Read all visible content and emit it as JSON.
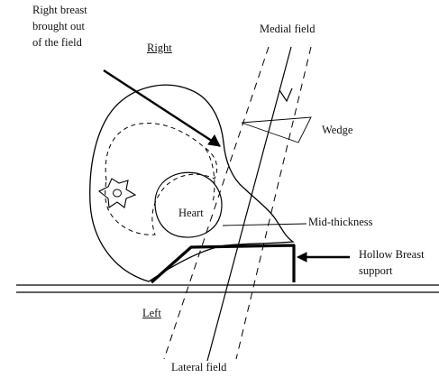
{
  "labels": {
    "right_breast_line1": "Right breast",
    "right_breast_line2": "brought out",
    "right_breast_line3": "of the field",
    "right": "Right",
    "medial_field": "Medial field",
    "wedge": "Wedge",
    "heart": "Heart",
    "mid_thickness": "Mid-thickness",
    "hollow_line1": "Hollow Breast",
    "hollow_line2": "support",
    "left": "Left",
    "lateral_field": "Lateral field"
  },
  "style": {
    "stroke": "#000000",
    "background": "#ffffff"
  }
}
